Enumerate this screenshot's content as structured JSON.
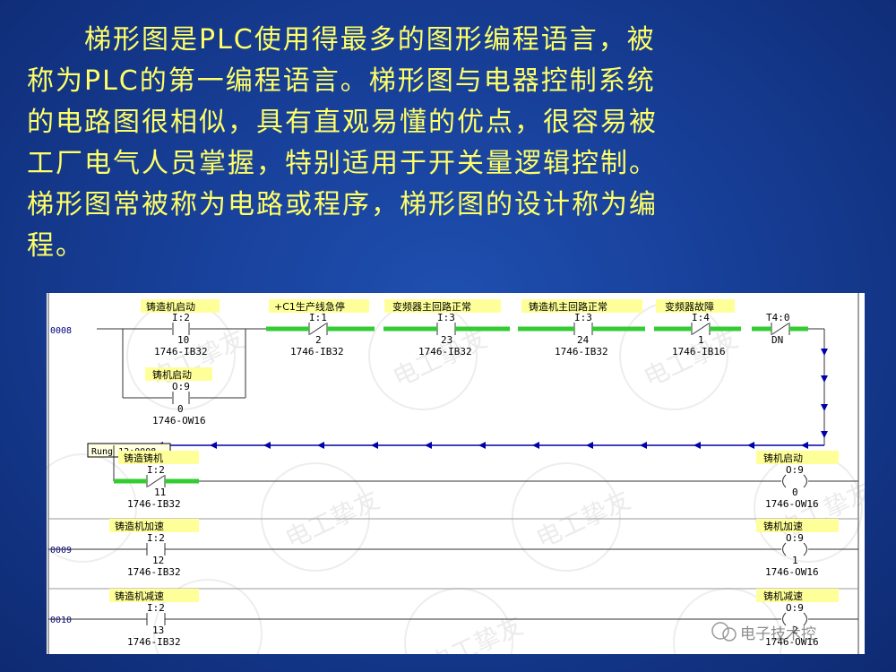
{
  "slide": {
    "paragraph": [
      "　　梯形图是PLC使用得最多的图形编程语言，被",
      "称为PLC的第一编程语言。梯形图与电器控制系统",
      "的电路图很相似，具有直观易懂的优点，很容易被",
      "工厂电气人员掌握，特别适用于开关量逻辑控制。",
      "梯形图常被称为电路或程序，梯形图的设计称为编",
      "程。"
    ]
  },
  "ladder": {
    "rungs": [
      {
        "number": "0008"
      },
      {
        "number": "0009"
      },
      {
        "number": "0010"
      }
    ],
    "rung_tooltip": "Rung 12:0008",
    "row1": [
      {
        "label": "铸造机启动",
        "tag": "I:2",
        "bit": "10",
        "module": "1746-IB32"
      },
      {
        "label": "+C1生产线急停",
        "tag": "I:1",
        "bit": "2",
        "module": "1746-IB32"
      },
      {
        "label": "变频器主回路正常",
        "tag": "I:3",
        "bit": "23",
        "module": "1746-IB32"
      },
      {
        "label": "铸造机主回路正常",
        "tag": "I:3",
        "bit": "24",
        "module": "1746-IB32"
      },
      {
        "label": "变频器故障",
        "tag": "I:4",
        "bit": "1",
        "module": "1746-IB16"
      },
      {
        "label": "",
        "tag": "T4:0",
        "bit": "DN",
        "module": ""
      }
    ],
    "seal_in": {
      "label": "铸机启动",
      "tag": "O:9",
      "bit": "0",
      "module": "1746-OW16"
    },
    "branch": {
      "label": "铸造铸机",
      "tag": "I:2",
      "bit": "11",
      "module": "1746-IB32"
    },
    "coil1": {
      "label": "铸机启动",
      "tag": "O:9",
      "bit": "0",
      "module": "1746-OW16"
    },
    "rung9_contact": {
      "label": "铸造机加速",
      "tag": "I:2",
      "bit": "12",
      "module": "1746-IB32"
    },
    "coil2": {
      "label": "铸机加速",
      "tag": "O:9",
      "bit": "1",
      "module": "1746-OW16"
    },
    "rung10_contact": {
      "label": "铸造机减速",
      "tag": "I:2",
      "bit": "13",
      "module": "1746-IB32"
    },
    "coil3": {
      "label": "铸机减速",
      "tag": "O:9",
      "bit": "2",
      "module": "1746-OW16"
    }
  },
  "watermark": {
    "text": "电工挚友",
    "corner": "电子技术控"
  },
  "colors": {
    "text": "#ffff66",
    "energized": "#33cc33",
    "label_bg": "#ffff99",
    "background": "#173f98"
  }
}
